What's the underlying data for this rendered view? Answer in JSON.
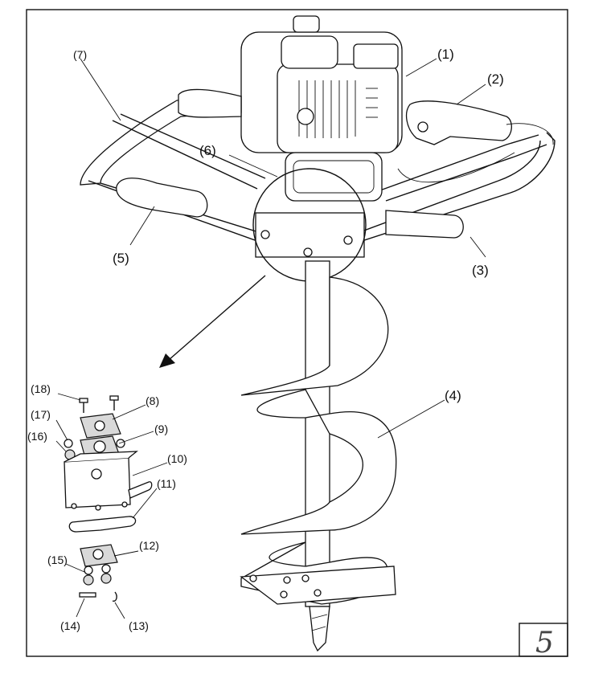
{
  "diagram": {
    "callouts": [
      {
        "id": "1",
        "text": "(1)"
      },
      {
        "id": "2",
        "text": "(2)"
      },
      {
        "id": "3",
        "text": "(3)"
      },
      {
        "id": "4",
        "text": "(4)"
      },
      {
        "id": "5",
        "text": "(5)"
      },
      {
        "id": "6",
        "text": "(6)"
      },
      {
        "id": "7",
        "text": "(7)"
      },
      {
        "id": "8",
        "text": "(8)"
      },
      {
        "id": "9",
        "text": "(9)"
      },
      {
        "id": "10",
        "text": "(10)"
      },
      {
        "id": "11",
        "text": "(11)"
      },
      {
        "id": "12",
        "text": "(12)"
      },
      {
        "id": "13",
        "text": "(13)"
      },
      {
        "id": "14",
        "text": "(14)"
      },
      {
        "id": "15",
        "text": "(15)"
      },
      {
        "id": "16",
        "text": "(16)"
      },
      {
        "id": "17",
        "text": "(17)"
      },
      {
        "id": "18",
        "text": "(18)"
      }
    ],
    "page_number": "5"
  }
}
